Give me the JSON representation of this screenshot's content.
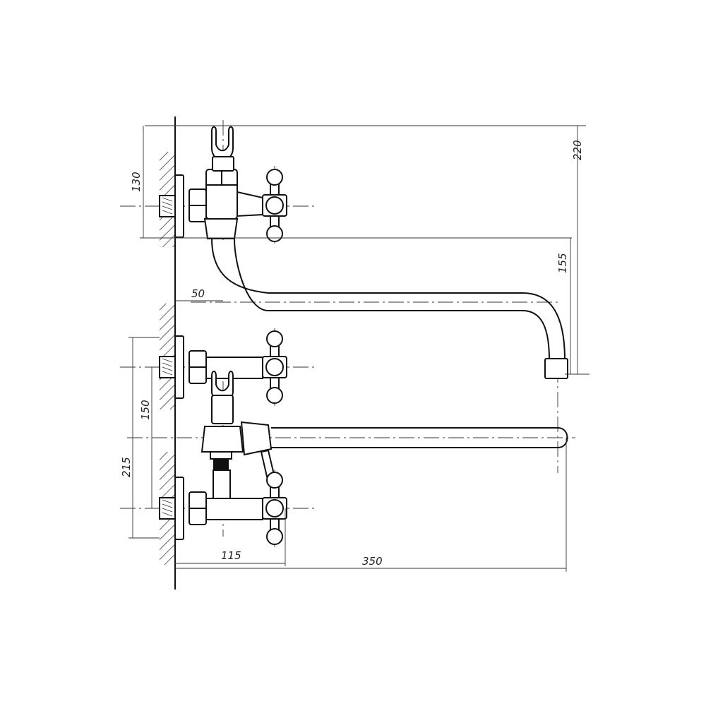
{
  "dimensions": {
    "top_height": "220",
    "top_left": "130",
    "spout_drop": "155",
    "wall_offset": "50",
    "inlet_spacing": "150",
    "lower_height": "215",
    "valve_offset": "115",
    "spout_reach": "350"
  }
}
